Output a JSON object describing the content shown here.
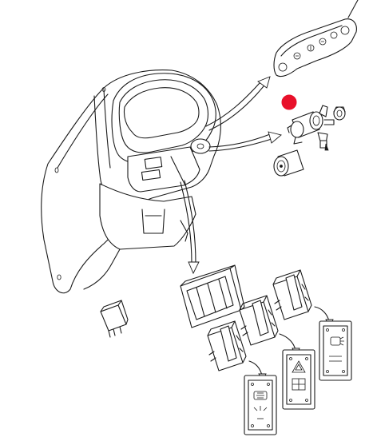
{
  "diagram": {
    "parts": [
      "dashboard-shroud",
      "instrument-panel",
      "indicator-strip",
      "ignition-switch",
      "key",
      "lock-nut",
      "ignition-barrel-housing",
      "switch-bezel-frame",
      "relay",
      "rocker-switch-1",
      "rocker-switch-2",
      "rocker-switch-3",
      "switch-face-work-light",
      "switch-face-hazard",
      "switch-face-beam"
    ],
    "callout_color": "#e8102a",
    "line_color": "#1a1a1a"
  }
}
